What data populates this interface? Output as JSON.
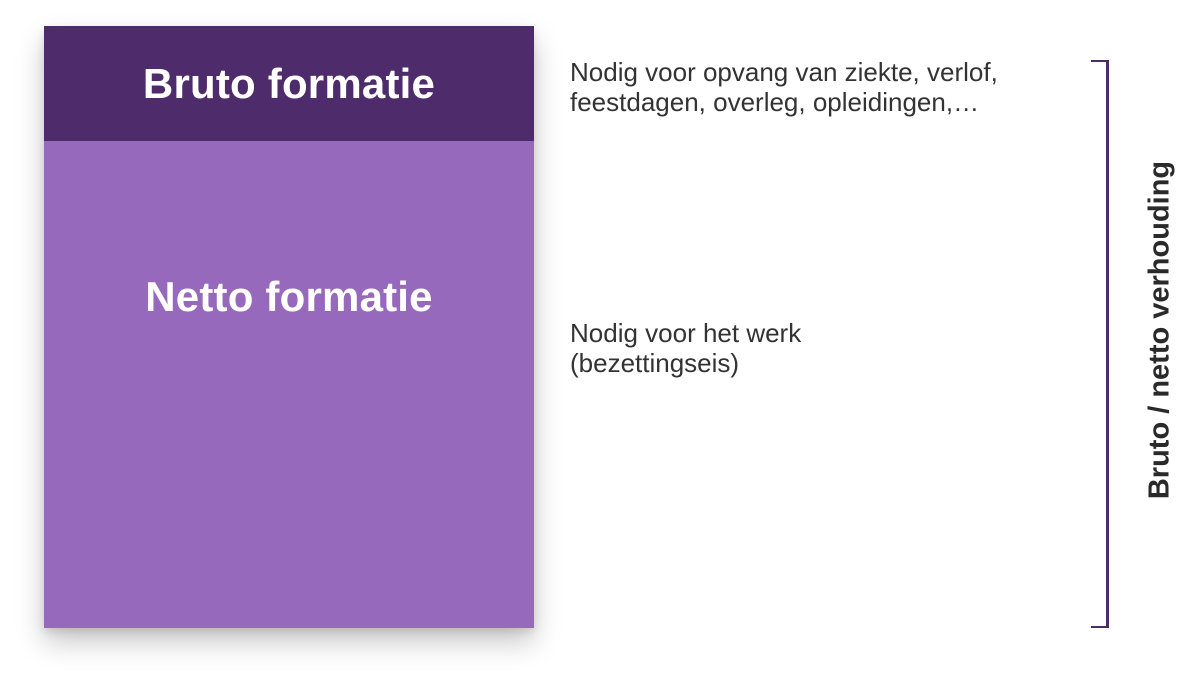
{
  "blocks": {
    "bruto": {
      "label": "Bruto formatie",
      "color": "#4e2b6a"
    },
    "netto": {
      "label": "Netto formatie",
      "color": "#9769bd"
    }
  },
  "descriptions": {
    "bruto": {
      "line1": "Nodig voor opvang van ziekte, verlof,",
      "line2": "feestdagen, overleg, opleidingen,…"
    },
    "netto": {
      "line1": "Nodig voor het werk",
      "line2": "(bezettingseis)"
    }
  },
  "bracket": {
    "label": "Bruto / netto verhouding",
    "color": "#4e2b6a"
  }
}
